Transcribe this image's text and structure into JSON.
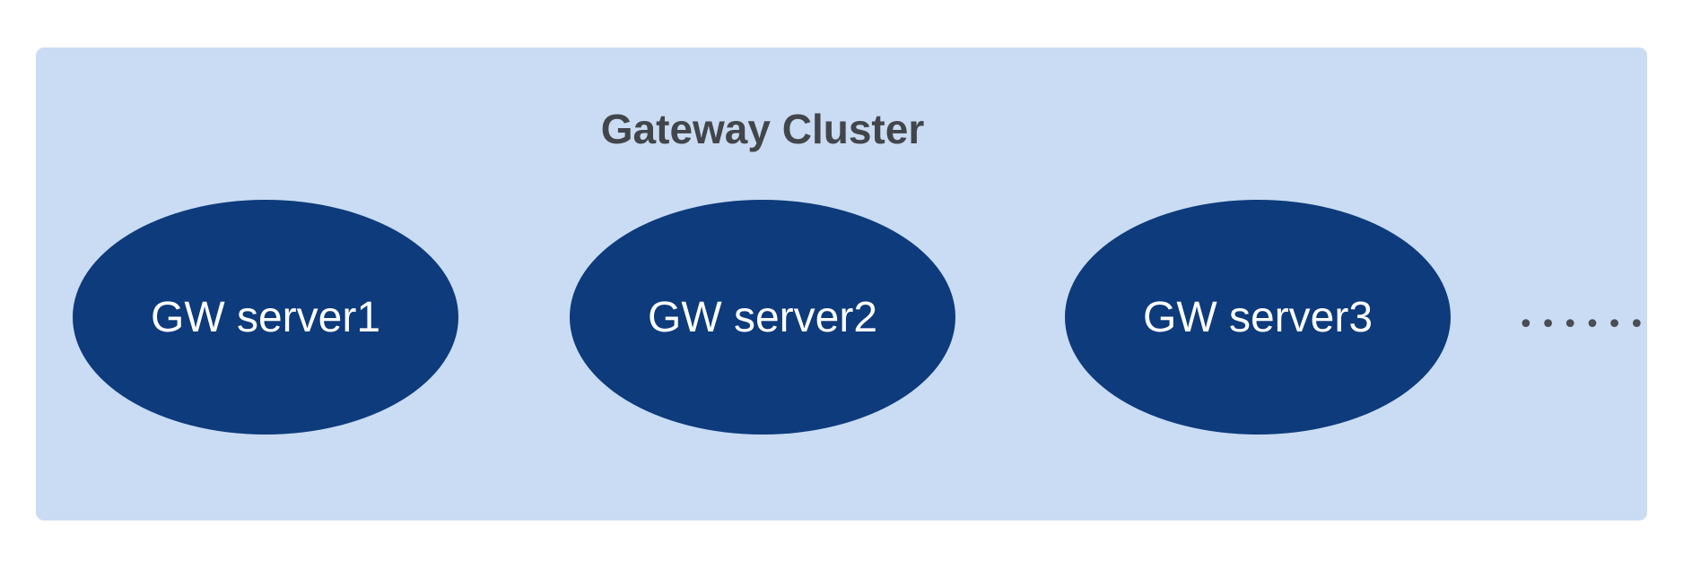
{
  "cluster": {
    "title": "Gateway Cluster",
    "servers": [
      {
        "label": "GW server1"
      },
      {
        "label": "GW server2"
      },
      {
        "label": "GW server3"
      }
    ],
    "more_indicator": "••••••",
    "colors": {
      "panel_background": "#c9dcf3",
      "node_fill": "#0d3b7c",
      "title_text": "#42464a",
      "node_text": "#ffffff",
      "dots": "#4a4e53"
    }
  }
}
